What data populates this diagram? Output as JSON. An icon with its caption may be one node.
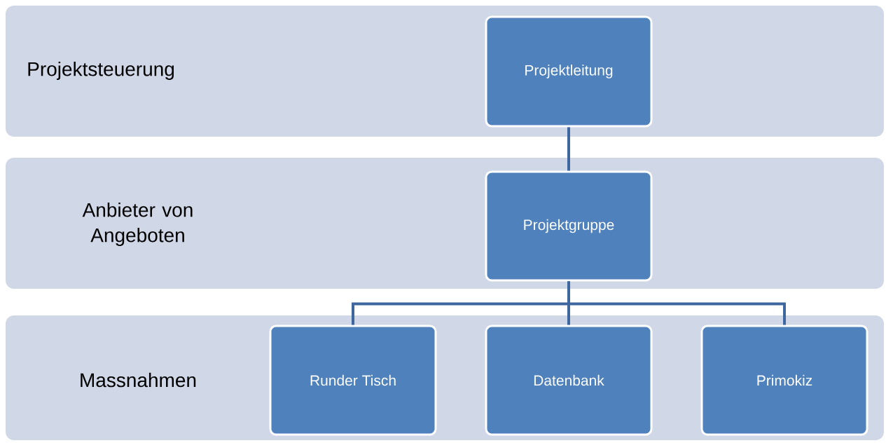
{
  "diagram": {
    "nodes": [
      {
        "text": [
          "Projektsteuerung"
        ]
      },
      {
        "text": [
          "Projektleitung"
        ],
        "in": 0
      },
      {
        "text": [
          "Anbieter von Angeboten"
        ]
      },
      {
        "text": [
          "Projektgruppe"
        ],
        "in": 2
      },
      {
        "text": [
          "Massnahmen"
        ]
      },
      {
        "text": [
          "Runder Tisch"
        ],
        "in": 4
      },
      {
        "text": [
          "Datenbank"
        ],
        "in": 4
      },
      {
        "text": [
          "Primokiz"
        ],
        "in": 4
      }
    ],
    "edges": [
      {
        "from": 1,
        "to": 3,
        "arrow": "none"
      },
      {
        "from": 3,
        "to": 5,
        "arrow": "none"
      },
      {
        "from": 3,
        "to": 6,
        "arrow": "none"
      },
      {
        "from": 3,
        "to": 7,
        "arrow": "none"
      }
    ]
  }
}
